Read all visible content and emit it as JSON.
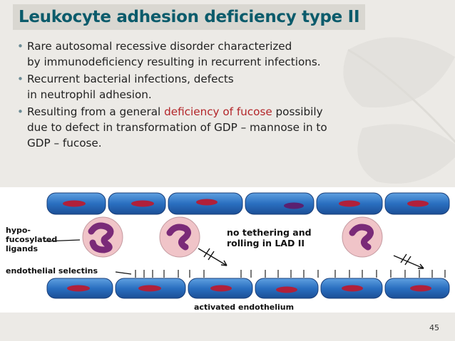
{
  "slide": {
    "title": "Leukocyte adhesion deficiency type II",
    "page_number": "45"
  },
  "bullets": [
    {
      "lines": [
        "Rare autosomal recessive disorder characterized",
        "by immunodeficiency resulting in recurrent infections."
      ]
    },
    {
      "lines": [
        "Recurrent bacterial infections, defects",
        "in neutrophil adhesion."
      ]
    },
    {
      "line1_before": "Resulting from a general ",
      "line1_highlight": "deficiency of fucose",
      "line1_after": " possibily",
      "lines_rest": [
        "due to defect in transformation of GDP – mannose in to",
        "GDP – fucose."
      ]
    }
  ],
  "figure": {
    "label_hypo_1": "hypo-",
    "label_hypo_2": "fucosylated",
    "label_hypo_3": "ligands",
    "label_no_tether_1": "no tethering and",
    "label_no_tether_2": "rolling in LAD II",
    "label_selectins": "endothelial selectins",
    "label_activated": "activated endothelium"
  },
  "colors": {
    "title": "#0b5b6b",
    "highlight": "#b3262a",
    "endothelial_cell": "#2a6fc0",
    "nucleus": "#b0203a",
    "leukocyte": "#f0c4c8",
    "leukocyte_nucleus": "#7a2a78"
  }
}
